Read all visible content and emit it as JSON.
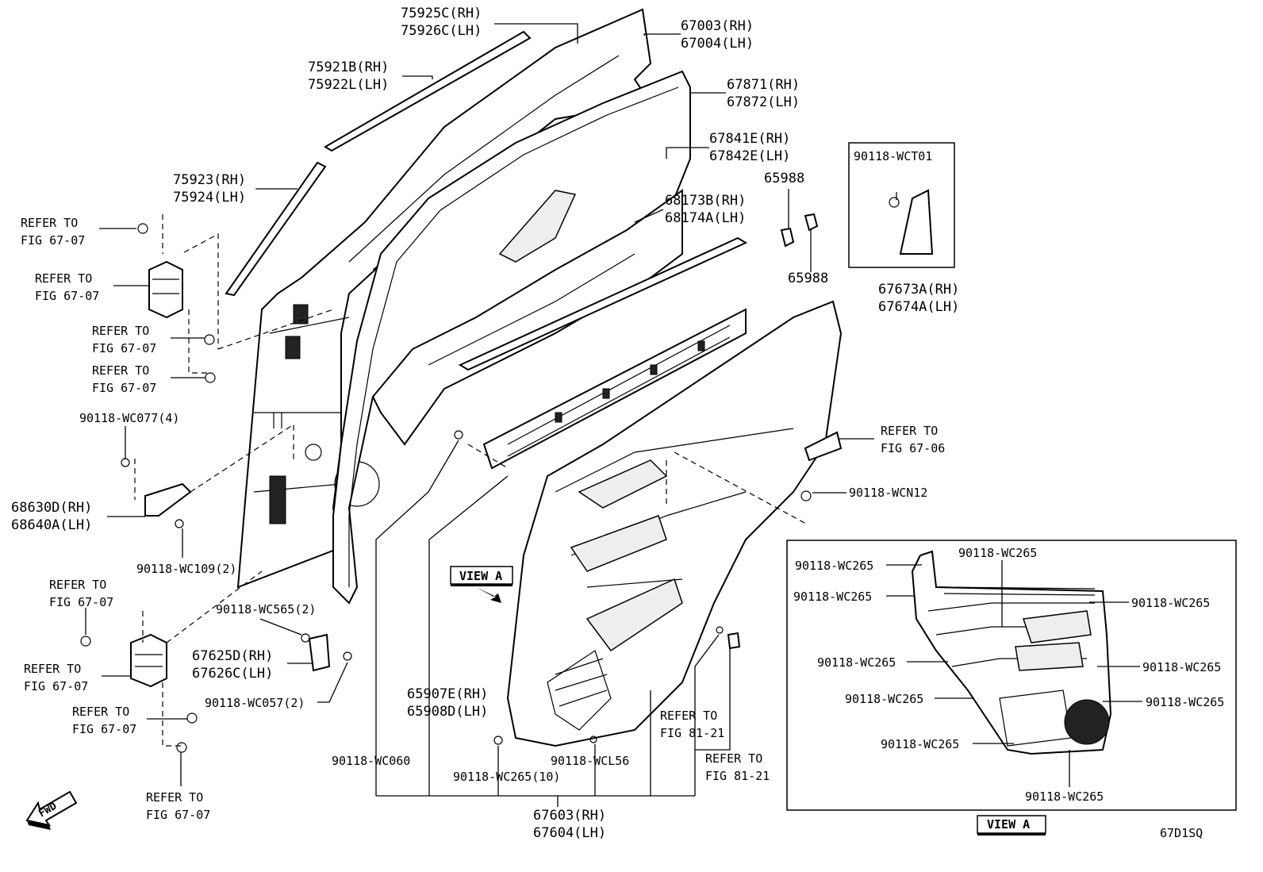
{
  "labels": {
    "p75925": [
      "75925C(RH)",
      "75926C(LH)"
    ],
    "p67003": [
      "67003(RH)",
      "67004(LH)"
    ],
    "p75921": [
      "75921B(RH)",
      "75922L(LH)"
    ],
    "p67871": [
      "67871(RH)",
      "67872(LH)"
    ],
    "p67841": [
      "67841E(RH)",
      "67842E(LH)"
    ],
    "p75923": [
      "75923(RH)",
      "75924(LH)"
    ],
    "p68173": [
      "68173B(RH)",
      "68174A(LH)"
    ],
    "p65988a": "65988",
    "p65988b": "65988",
    "p90118wct01": "90118-WCT01",
    "p67673": [
      "67673A(RH)",
      "67674A(LH)"
    ],
    "refer1": [
      "REFER TO",
      "FIG 67-07"
    ],
    "refer2": [
      "REFER TO",
      "FIG 67-07"
    ],
    "refer3": [
      "REFER TO",
      "FIG 67-07"
    ],
    "refer4": [
      "REFER TO",
      "FIG 67-07"
    ],
    "p90118wc077": "90118-WC077(4)",
    "p68630": [
      "68630D(RH)",
      "68640A(LH)"
    ],
    "p90118wc109": "90118-WC109(2)",
    "refer5": [
      "REFER TO",
      "FIG 67-07"
    ],
    "refer6": [
      "REFER TO",
      "FIG 67-07"
    ],
    "refer7": [
      "REFER TO",
      "FIG 67-07"
    ],
    "refer8": [
      "REFER TO",
      "FIG 67-07"
    ],
    "p90118wc565": "90118-WC565(2)",
    "p67625": [
      "67625D(RH)",
      "67626C(LH)"
    ],
    "p90118wc057": "90118-WC057(2)",
    "refer_6706": [
      "REFER TO",
      "FIG 67-06"
    ],
    "p90118wcn12": "90118-WCN12",
    "view_a_arrow": "VIEW A",
    "p65907": [
      "65907E(RH)",
      "65908D(LH)"
    ],
    "p90118wc060": "90118-WC060",
    "p90118wc265_10": "90118-WC265(10)",
    "p90118wcl56": "90118-WCL56",
    "refer_8121a": [
      "REFER TO",
      "FIG 81-21"
    ],
    "refer_8121b": [
      "REFER TO",
      "FIG 81-21"
    ],
    "p67603": [
      "67603(RH)",
      "67604(LH)"
    ],
    "inset_wc265": "90118-WC265",
    "view_a_caption": "VIEW A",
    "fwd": "FWD",
    "figure_code": "67D1SQ"
  }
}
